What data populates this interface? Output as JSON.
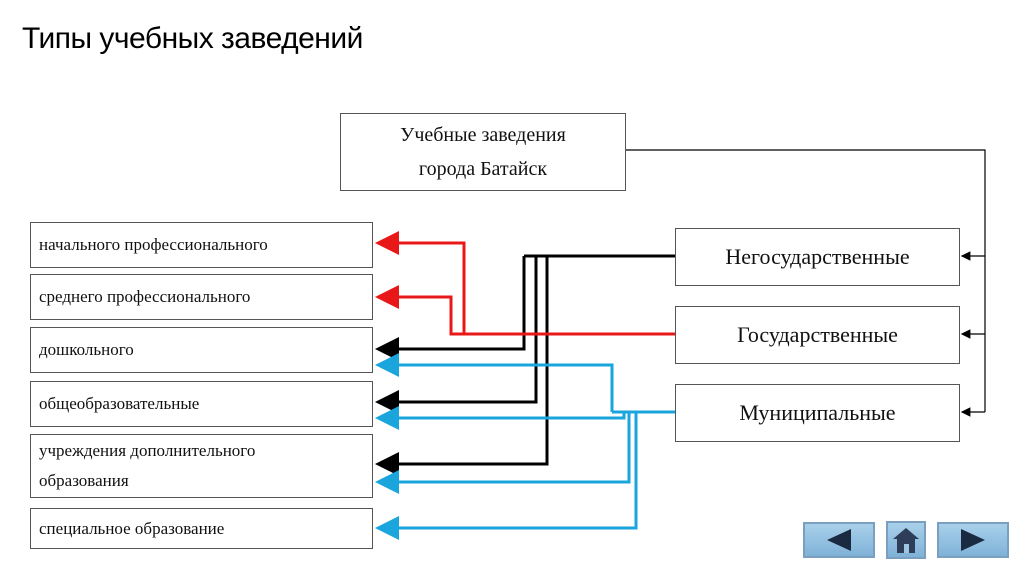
{
  "title": "Типы учебных заведений",
  "root": {
    "line1": "Учебные заведения",
    "line2": "города Батайск"
  },
  "categories": {
    "private": "Негосударственные",
    "state": "Государственные",
    "municipal": "Муниципальные"
  },
  "types": {
    "primary_vocational": "начального профессионального",
    "secondary_vocational": "среднего профессионального",
    "preschool": "дошкольного",
    "general": "общеобразовательные",
    "additional_line1": "учреждения дополнительного",
    "additional_line2": "образования",
    "special": "специальное образование"
  },
  "navigation": {
    "back": "back-arrow-icon",
    "home": "home-icon",
    "forward": "forward-arrow-icon"
  },
  "colors": {
    "black_line": "#000000",
    "red_line": "#e81818",
    "blue_line": "#1aa6dc"
  }
}
